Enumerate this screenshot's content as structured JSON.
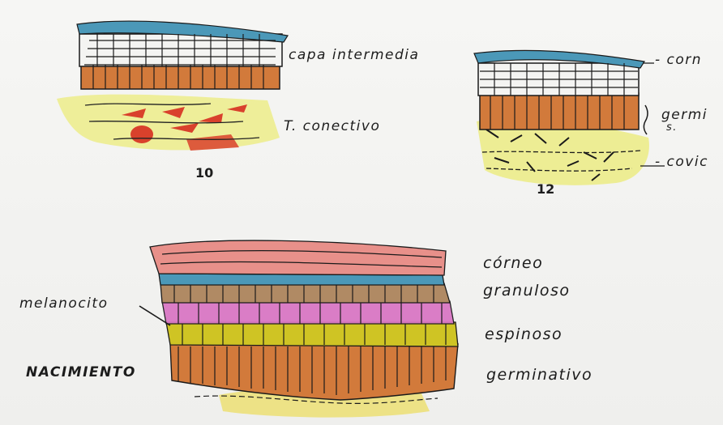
{
  "drawing10": {
    "label_layer": "capa intermedia",
    "label_tissue": "T. conectivo",
    "number": "10"
  },
  "drawing12": {
    "label_top": "- corn",
    "label_mid": "germi",
    "label_mid_sub": "s.",
    "label_bottom": "- covic",
    "number": "12"
  },
  "drawing_main": {
    "label_corneo": "córneo",
    "label_granuloso": "granuloso",
    "label_espinoso": "espinoso",
    "label_germinativo": "germinativo",
    "label_melanocito": "melanocito",
    "label_nacimiento": "NACIMIENTO"
  },
  "colors": {
    "keratin_blue": "#4b98b8",
    "basal_orange": "#d27a3b",
    "connective_yellow": "#e8e266",
    "connective_red": "#d9412c",
    "corneo_pink": "#e8908a",
    "espinoso_magenta": "#d977c4",
    "granuloso_brown": "#b08a64",
    "germinativo_yellow": "#cfc424"
  }
}
